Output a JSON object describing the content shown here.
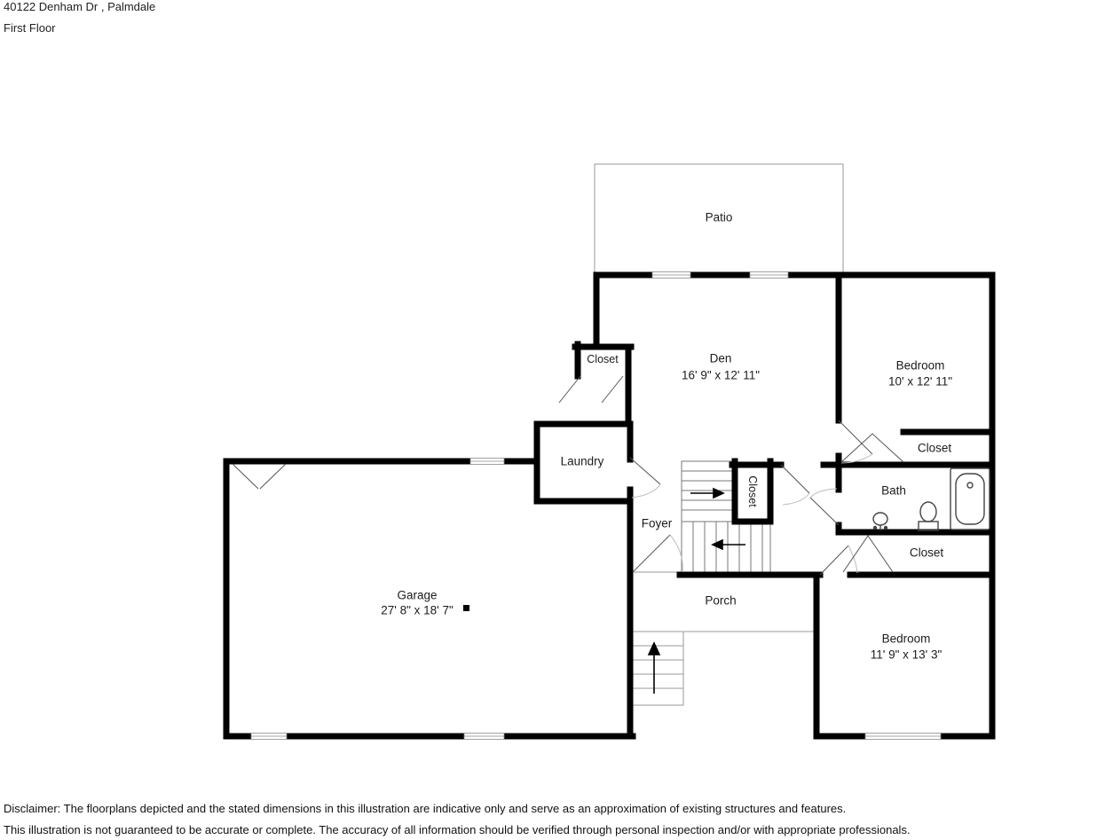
{
  "header": {
    "address": "40122 Denham Dr , Palmdale",
    "floor": "First Floor"
  },
  "rooms": {
    "patio": {
      "name": "Patio"
    },
    "den": {
      "name": "Den",
      "dims": "16' 9\" x 12' 11\""
    },
    "bedroom_top": {
      "name": "Bedroom",
      "dims": "10' x 12' 11\""
    },
    "closet_den": {
      "name": "Closet"
    },
    "laundry": {
      "name": "Laundry"
    },
    "foyer": {
      "name": "Foyer"
    },
    "closet_stairs": {
      "name": "Closet"
    },
    "bath": {
      "name": "Bath"
    },
    "closet_bedroom_top": {
      "name": "Closet"
    },
    "closet_hall": {
      "name": "Closet"
    },
    "garage": {
      "name": "Garage",
      "dims": "27' 8\" x 18' 7\""
    },
    "porch": {
      "name": "Porch"
    },
    "bedroom_bottom": {
      "name": "Bedroom",
      "dims": "11' 9\" x 13' 3\""
    }
  },
  "disclaimer": {
    "line1": "Disclaimer: The floorplans depicted and the stated dimensions in this illustration are indicative only and serve as an approximation of existing structures and features.",
    "line2": "This illustration is not guaranteed to be accurate or complete. The accuracy of all information should be verified through personal inspection and/or with appropriate professionals."
  }
}
